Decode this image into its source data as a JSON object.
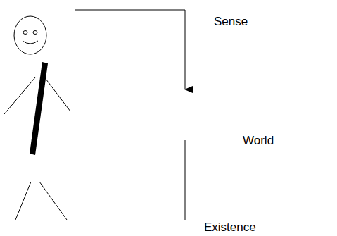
{
  "diagram": {
    "labels": [
      "Sense",
      "World",
      "Existence"
    ]
  }
}
